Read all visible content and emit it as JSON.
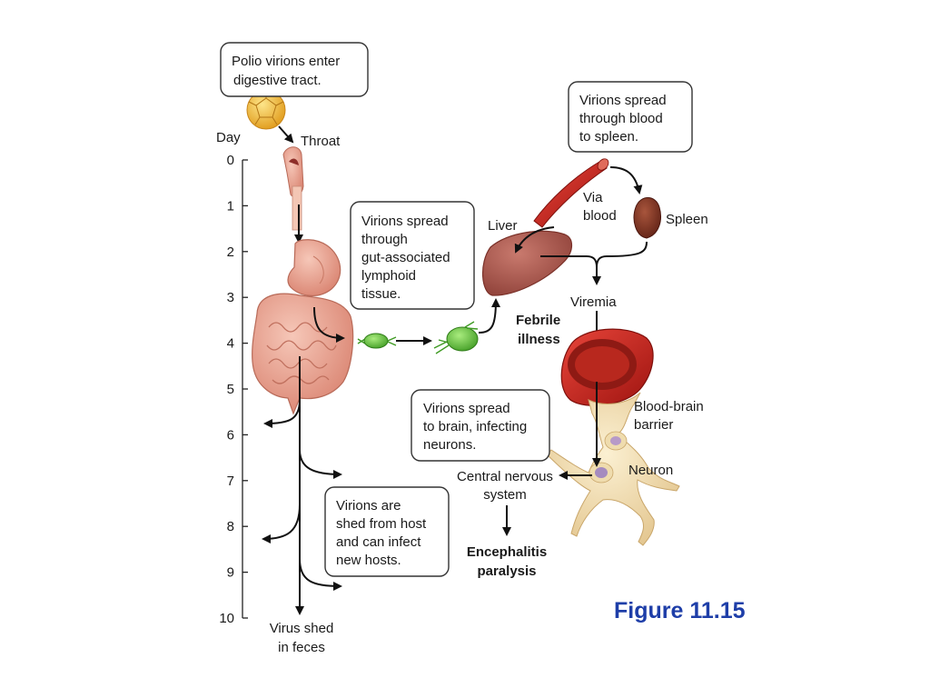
{
  "figure_title": "Figure 11.15",
  "axis": {
    "title": "Day",
    "ticks": [
      "0",
      "1",
      "2",
      "3",
      "4",
      "5",
      "6",
      "7",
      "8",
      "9",
      "10"
    ]
  },
  "callouts": {
    "enter": [
      "Polio virions enter",
      "digestive tract."
    ],
    "blood": [
      "Virions spread",
      "through blood",
      "to spleen."
    ],
    "lymph": [
      "Virions spread",
      "through",
      "gut-associated",
      "lymphoid",
      "tissue."
    ],
    "brain": [
      "Virions spread",
      "to brain, infecting",
      "neurons."
    ],
    "shed": [
      "Virions are",
      "shed from host",
      "and can infect",
      "new hosts."
    ]
  },
  "labels": {
    "throat": "Throat",
    "liver": "Liver",
    "via_blood": [
      "Via",
      "blood"
    ],
    "spleen": "Spleen",
    "viremia": "Viremia",
    "febrile": [
      "Febrile",
      "illness"
    ],
    "bbb": [
      "Blood-brain",
      "barrier"
    ],
    "neuron": "Neuron",
    "cns": [
      "Central nervous",
      "system"
    ],
    "encephalitis": [
      "Encephalitis",
      "paralysis"
    ],
    "virus_shed": [
      "Virus shed",
      "in feces"
    ]
  },
  "colors": {
    "title_blue": "#1e3ea8",
    "organ_pink": "#e8a08e",
    "liver_brown": "#a0524a",
    "spleen_brown": "#7a2e1e",
    "vessel_red": "#c8241c",
    "lymph_green": "#5fc23a",
    "neuron_cream": "#f2ddb0",
    "virion_gold": "#f2b630"
  },
  "icons": [
    "poliovirus-icon",
    "throat-icon",
    "stomach-icon",
    "intestine-icon",
    "lymph-node-icon",
    "liver-icon",
    "spleen-icon",
    "blood-vessel-icon",
    "neuron-icon"
  ]
}
